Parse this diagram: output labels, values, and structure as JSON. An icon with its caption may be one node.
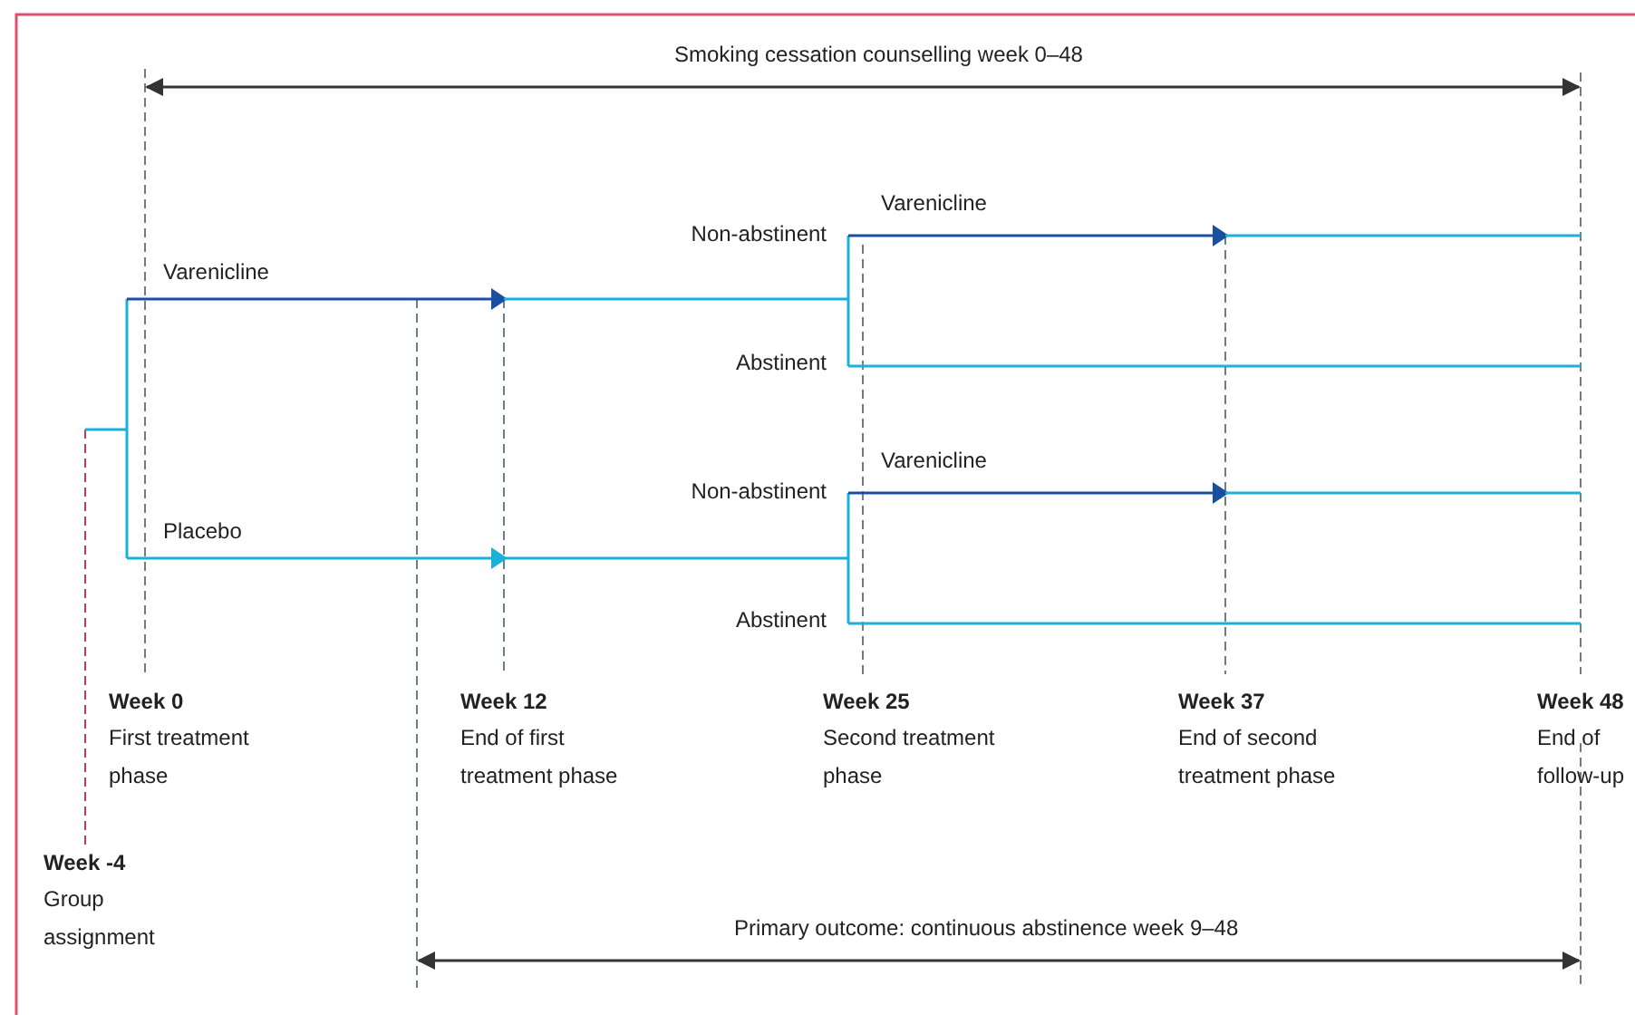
{
  "diagram": {
    "labels": [
      "Smoking cessation counselling week 0–48",
      "Varenicline",
      "Non-abstinent",
      "Varenicline",
      "Abstinent",
      "Non-abstinent",
      "Varenicline",
      "Placebo",
      "Abstinent",
      "Week 0",
      "First treatment phase",
      "Week 12",
      "End of first treatment phase",
      "Week 25",
      "Second treatment phase",
      "Week 37",
      "End of second treatment phase",
      "Week 48",
      "End of follow-up",
      "Week -4",
      "Group assignment",
      "Primary outcome: continuous abstinence week 9–48"
    ]
  }
}
